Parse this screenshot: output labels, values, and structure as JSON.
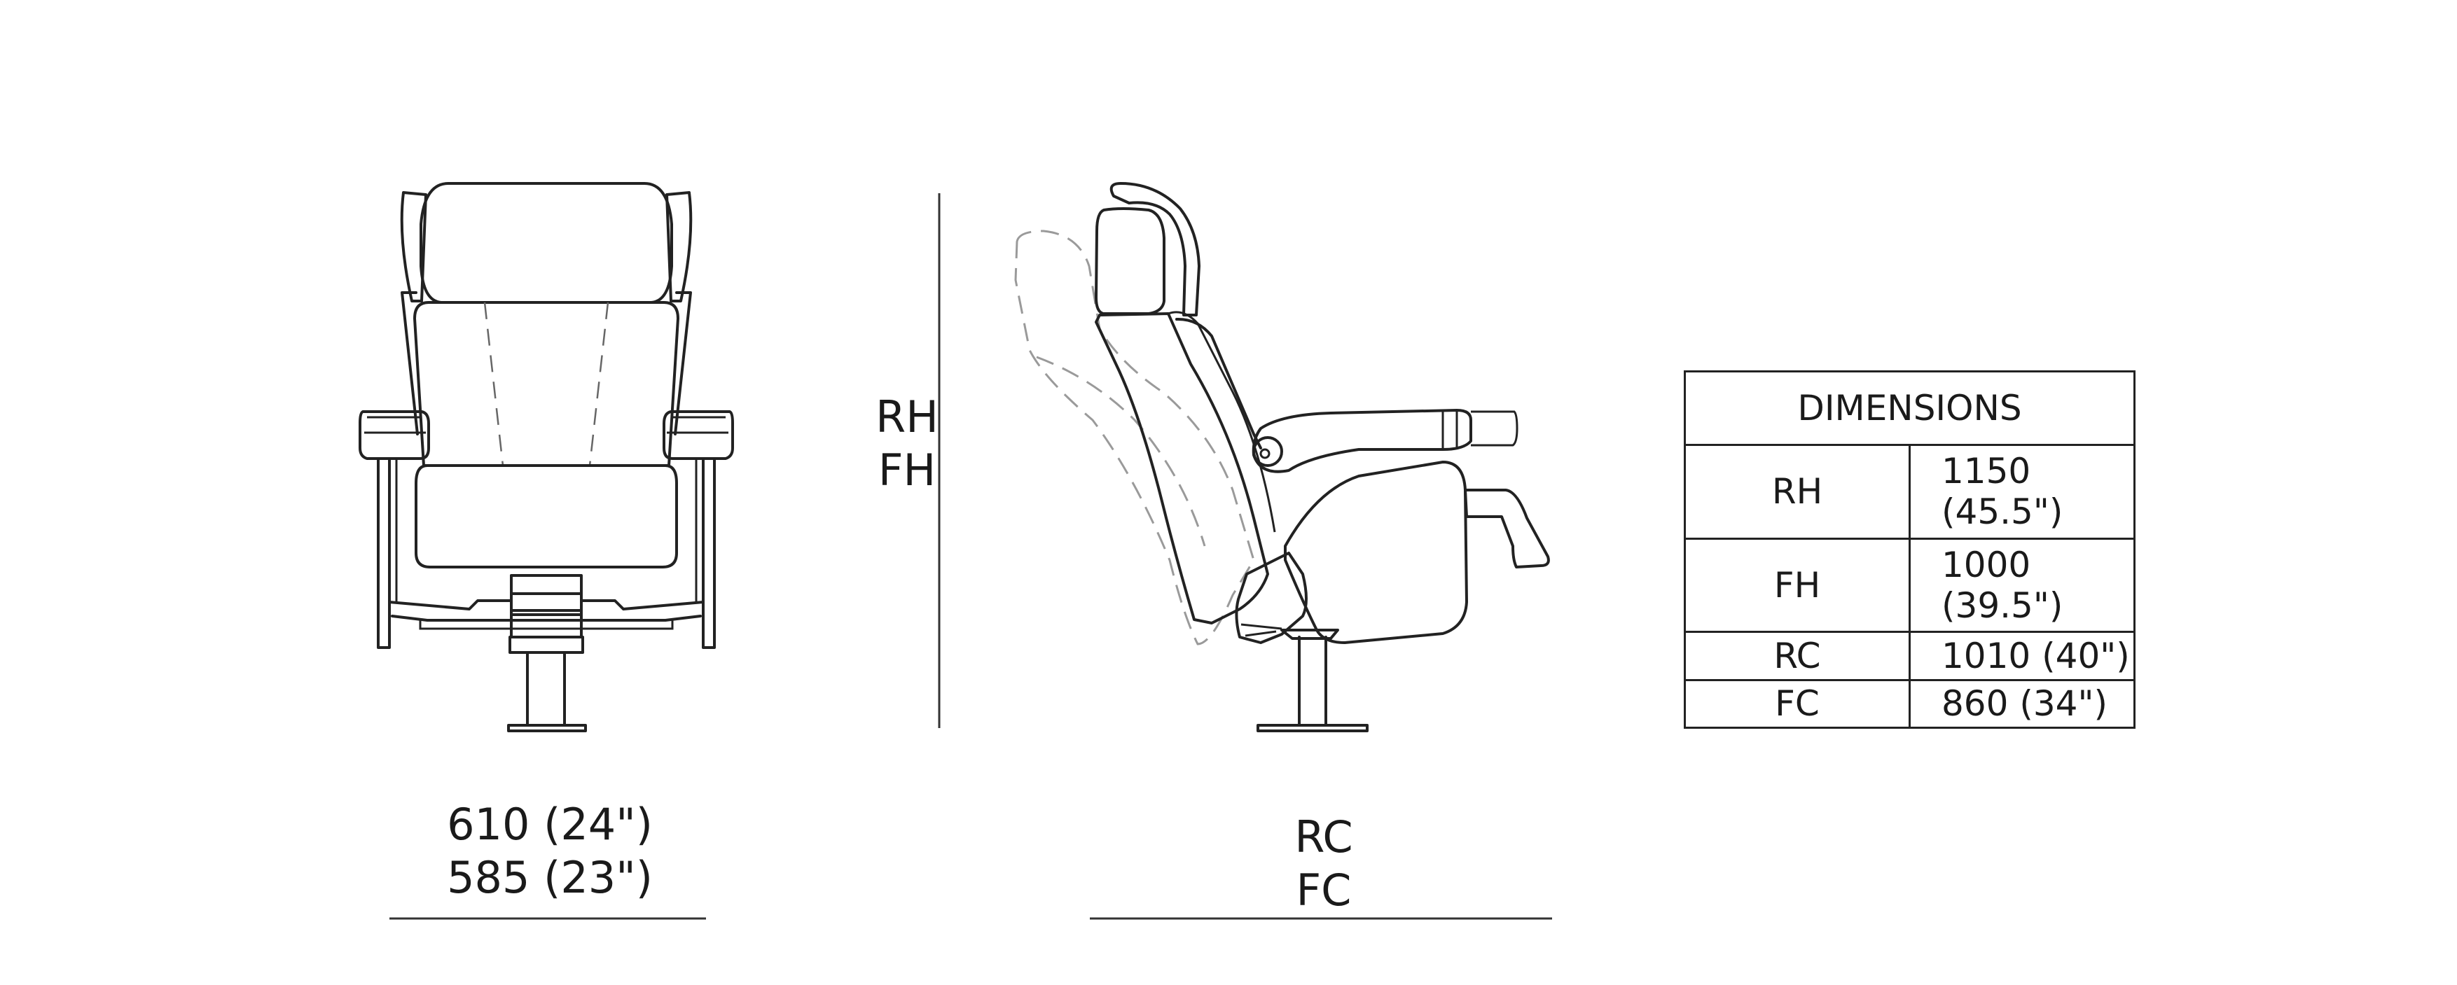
{
  "front_view": {
    "width_labels": [
      "610 (24\")",
      "585 (23\")"
    ]
  },
  "side_view": {
    "height_labels": [
      "RH",
      "FH"
    ],
    "depth_labels": [
      "RC",
      "FC"
    ]
  },
  "dimensions_table": {
    "header": "DIMENSIONS",
    "rows": [
      {
        "code": "RH",
        "value": "1150 (45.5\")"
      },
      {
        "code": "FH",
        "value": "1000 (39.5\")"
      },
      {
        "code": "RC",
        "value": "1010 (40\")"
      },
      {
        "code": "FC",
        "value": "860 (34\")"
      }
    ]
  }
}
